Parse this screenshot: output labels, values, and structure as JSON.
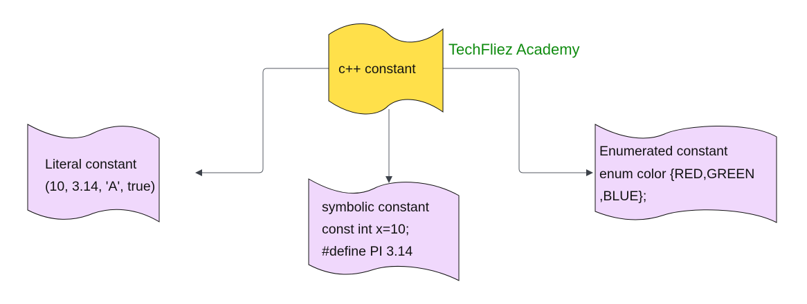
{
  "brand": {
    "text": "TechFliez Academy",
    "color": "#118c11"
  },
  "root": {
    "label": "c++ constant",
    "fill": "#ffe04a"
  },
  "children": [
    {
      "id": "literal",
      "lines": [
        "Literal constant",
        "(10, 3.14, 'A', true)"
      ]
    },
    {
      "id": "symbolic",
      "lines": [
        "symbolic constant",
        "const int  x=10;",
        "#define PI 3.14"
      ]
    },
    {
      "id": "enumerated",
      "lines": [
        "Enumerated constant",
        "enum color {RED,GREEN",
        ",BLUE};"
      ]
    }
  ],
  "colors": {
    "child_fill": "#f0d8fc",
    "stroke": "#111111",
    "edge": "#555a63"
  }
}
